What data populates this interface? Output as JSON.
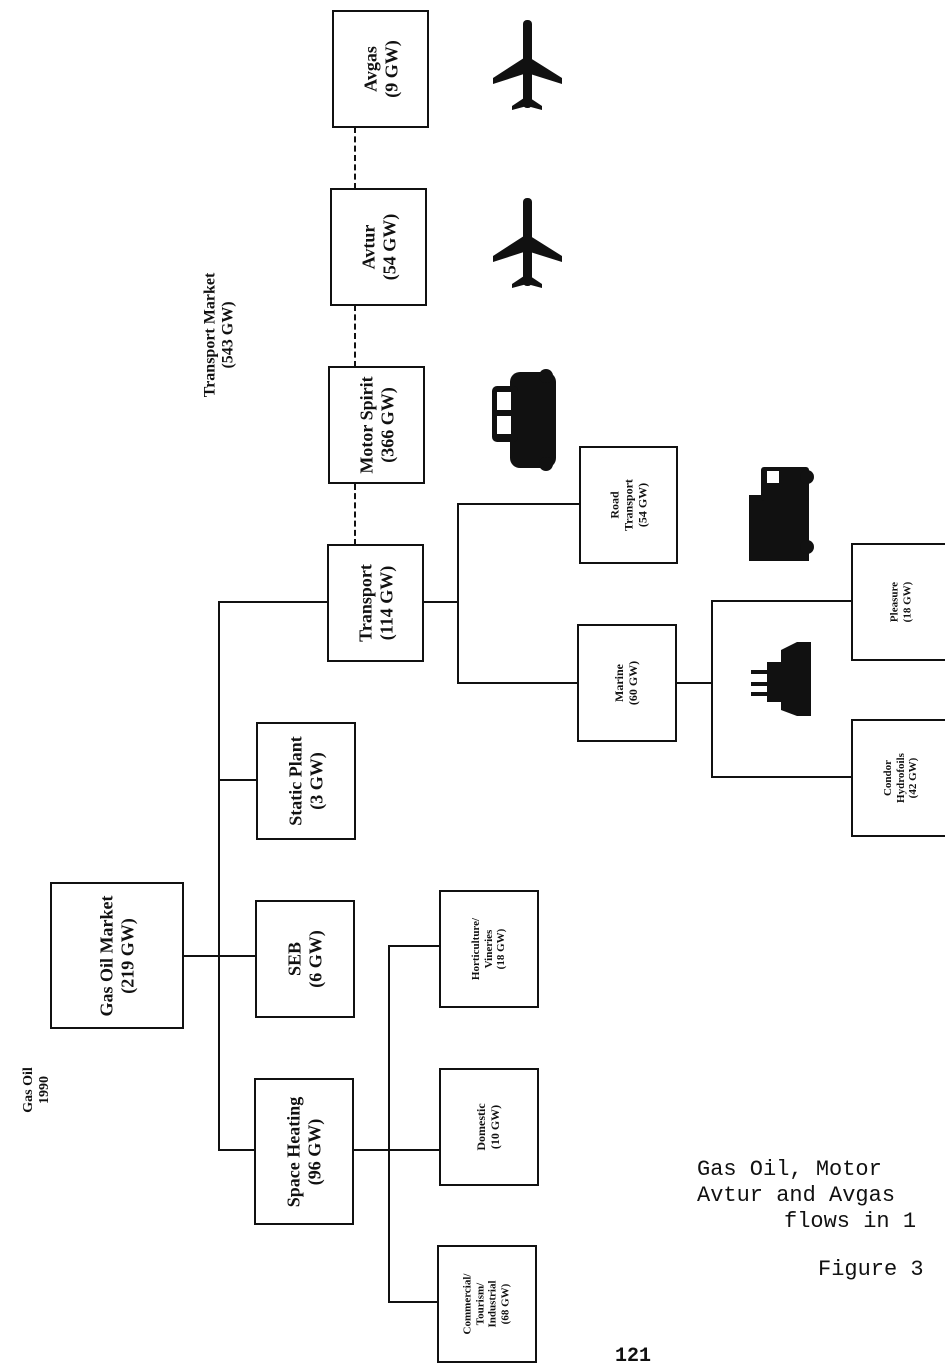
{
  "corner_label": {
    "line1": "Gas Oil",
    "line2": "1990"
  },
  "transport_market": {
    "line1": "Transport Market",
    "line2": "(543 GW)"
  },
  "nodes": {
    "gas_oil_market": {
      "name": "Gas Oil Market",
      "value": "(219 GW)"
    },
    "space_heating": {
      "name": "Space Heating",
      "value": "(96 GW)"
    },
    "seb": {
      "name": "SEB",
      "value": "(6 GW)"
    },
    "static_plant": {
      "name": "Static Plant",
      "value": "(3 GW)"
    },
    "transport": {
      "name": "Transport",
      "value": "(114 GW)"
    },
    "motor_spirit": {
      "name": "Motor Spirit",
      "value": "(366 GW)"
    },
    "avtur": {
      "name": "Avtur",
      "value": "(54 GW)"
    },
    "avgas": {
      "name": "Avgas",
      "value": "(9 GW)"
    },
    "road_transport": {
      "line1": "Road",
      "line2": "Transport",
      "value": "(54 GW)"
    },
    "marine": {
      "name": "Marine",
      "value": "(60 GW)"
    },
    "pleasure": {
      "name": "Pleasure",
      "value": "(18 GW)"
    },
    "condor": {
      "line1": "Condor",
      "line2": "Hydrofoils",
      "value": "(42 GW)"
    },
    "horticulture": {
      "line1": "Horticulture/",
      "line2": "Vineries",
      "value": "(18 GW)"
    },
    "domestic": {
      "name": "Domestic",
      "value": "(10 GW)"
    },
    "commercial": {
      "line1": "Commercial/",
      "line2": "Tourism/",
      "line3": "Industrial",
      "value": "(68 GW)"
    }
  },
  "caption": {
    "line1": "Gas Oil, Motor",
    "line2": "Avtur and Avgas",
    "line3": "flows in 1",
    "figure": "Figure 3"
  },
  "page_number": "121",
  "icons": [
    "airplane-icon",
    "airplane-icon",
    "car-icon",
    "truck-icon",
    "ship-icon"
  ],
  "colors": {
    "ink": "#111111",
    "background": "#ffffff"
  }
}
